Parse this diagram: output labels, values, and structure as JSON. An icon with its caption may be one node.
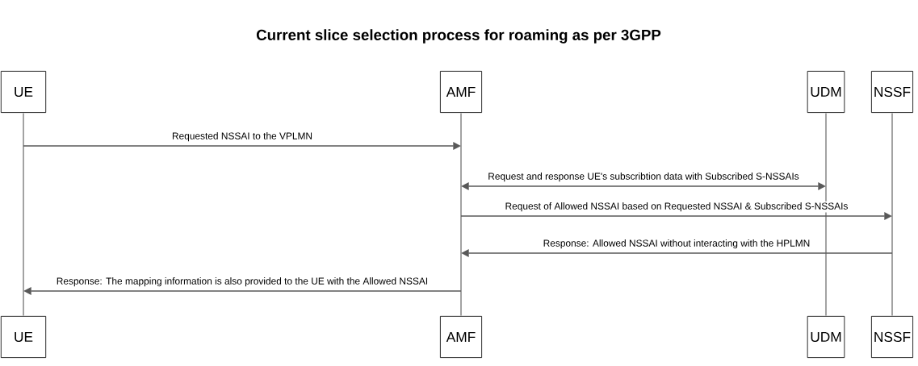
{
  "diagram": {
    "title": "Current slice selection process for roaming as per 3GPP",
    "nodes": [
      {
        "text": [
          "UE"
        ]
      },
      {
        "text": [
          "AMF"
        ]
      },
      {
        "text": [
          "UDM"
        ]
      },
      {
        "text": [
          "NSSF"
        ]
      },
      {
        "text": [
          "UE"
        ]
      },
      {
        "text": [
          "AMF"
        ]
      },
      {
        "text": [
          "UDM"
        ]
      },
      {
        "text": [
          "NSSF"
        ]
      },
      {
        "text": [],
        "shape": "bar"
      },
      {
        "text": [],
        "shape": "bar"
      },
      {
        "text": [],
        "shape": "bar"
      },
      {
        "text": [],
        "shape": "bar"
      }
    ],
    "edges": [
      {
        "from": 8,
        "to": 9,
        "arrow": "to",
        "label": "Requested NSSAI to the VPLMN"
      },
      {
        "from": 9,
        "to": 10,
        "arrow": "both",
        "label": "Request and response UE's subscribtion data with Subscribed S-NSSAIs"
      },
      {
        "from": 9,
        "to": 11,
        "arrow": "to",
        "label": "Request of Allowed NSSAI based on Requested NSSAI & Subscribed S-NSSAIs"
      },
      {
        "from": 11,
        "to": 9,
        "arrow": "to",
        "label": "Response: Allowed NSSAI without interacting with the HPLMN"
      },
      {
        "from": 9,
        "to": 8,
        "arrow": "to",
        "label": "Response: The mapping information is also provided to the UE with the Allowed NSSAI"
      }
    ]
  }
}
